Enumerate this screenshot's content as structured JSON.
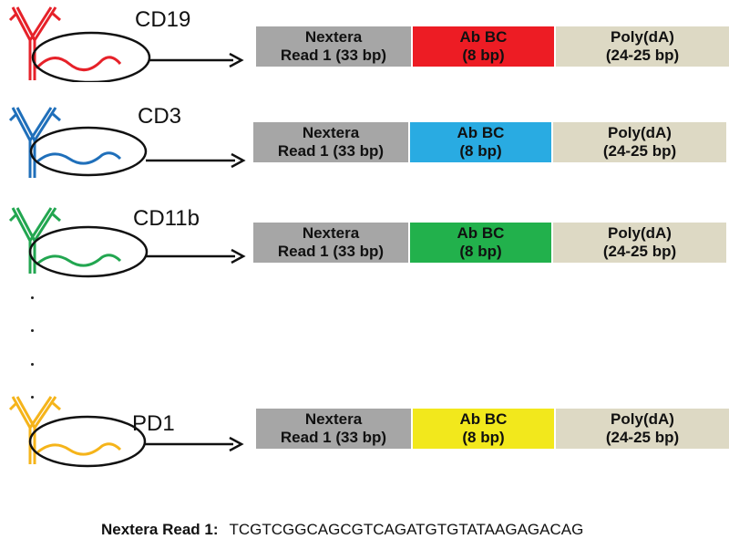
{
  "constructs": [
    {
      "marker": "CD19",
      "segments": [
        "Nextera",
        "Read 1 (33 bp)",
        "Ab BC",
        "(8 bp)",
        "Poly(dA)",
        "(24-25  bp)"
      ],
      "color": "#e62129",
      "bc_color": "#ed1c24"
    },
    {
      "marker": "CD3",
      "segments": [
        "Nextera",
        "Read 1 (33 bp)",
        "Ab BC",
        "(8 bp)",
        "Poly(dA)",
        "(24-25  bp)"
      ],
      "color": "#1f6fba",
      "bc_color": "#29abe2"
    },
    {
      "marker": "CD11b",
      "segments": [
        "Nextera",
        "Read 1 (33 bp)",
        "Ab BC",
        "(8 bp)",
        "Poly(dA)",
        "(24-25  bp)"
      ],
      "color": "#22a650",
      "bc_color": "#22b14c"
    },
    {
      "marker": "PD1",
      "segments": [
        "Nextera",
        "Read 1 (33 bp)",
        "Ab BC",
        "(8 bp)",
        "Poly(dA)",
        "(24-25  bp)"
      ],
      "color": "#f5b41a",
      "bc_color": "#f2e81c"
    }
  ],
  "ellipsis": [
    ".",
    ".",
    ".",
    "."
  ],
  "footer": {
    "label": "Nextera Read 1:",
    "sequence": "TCGTCGGCAGCGTCAGATGTGTATAAGAGACAG"
  }
}
